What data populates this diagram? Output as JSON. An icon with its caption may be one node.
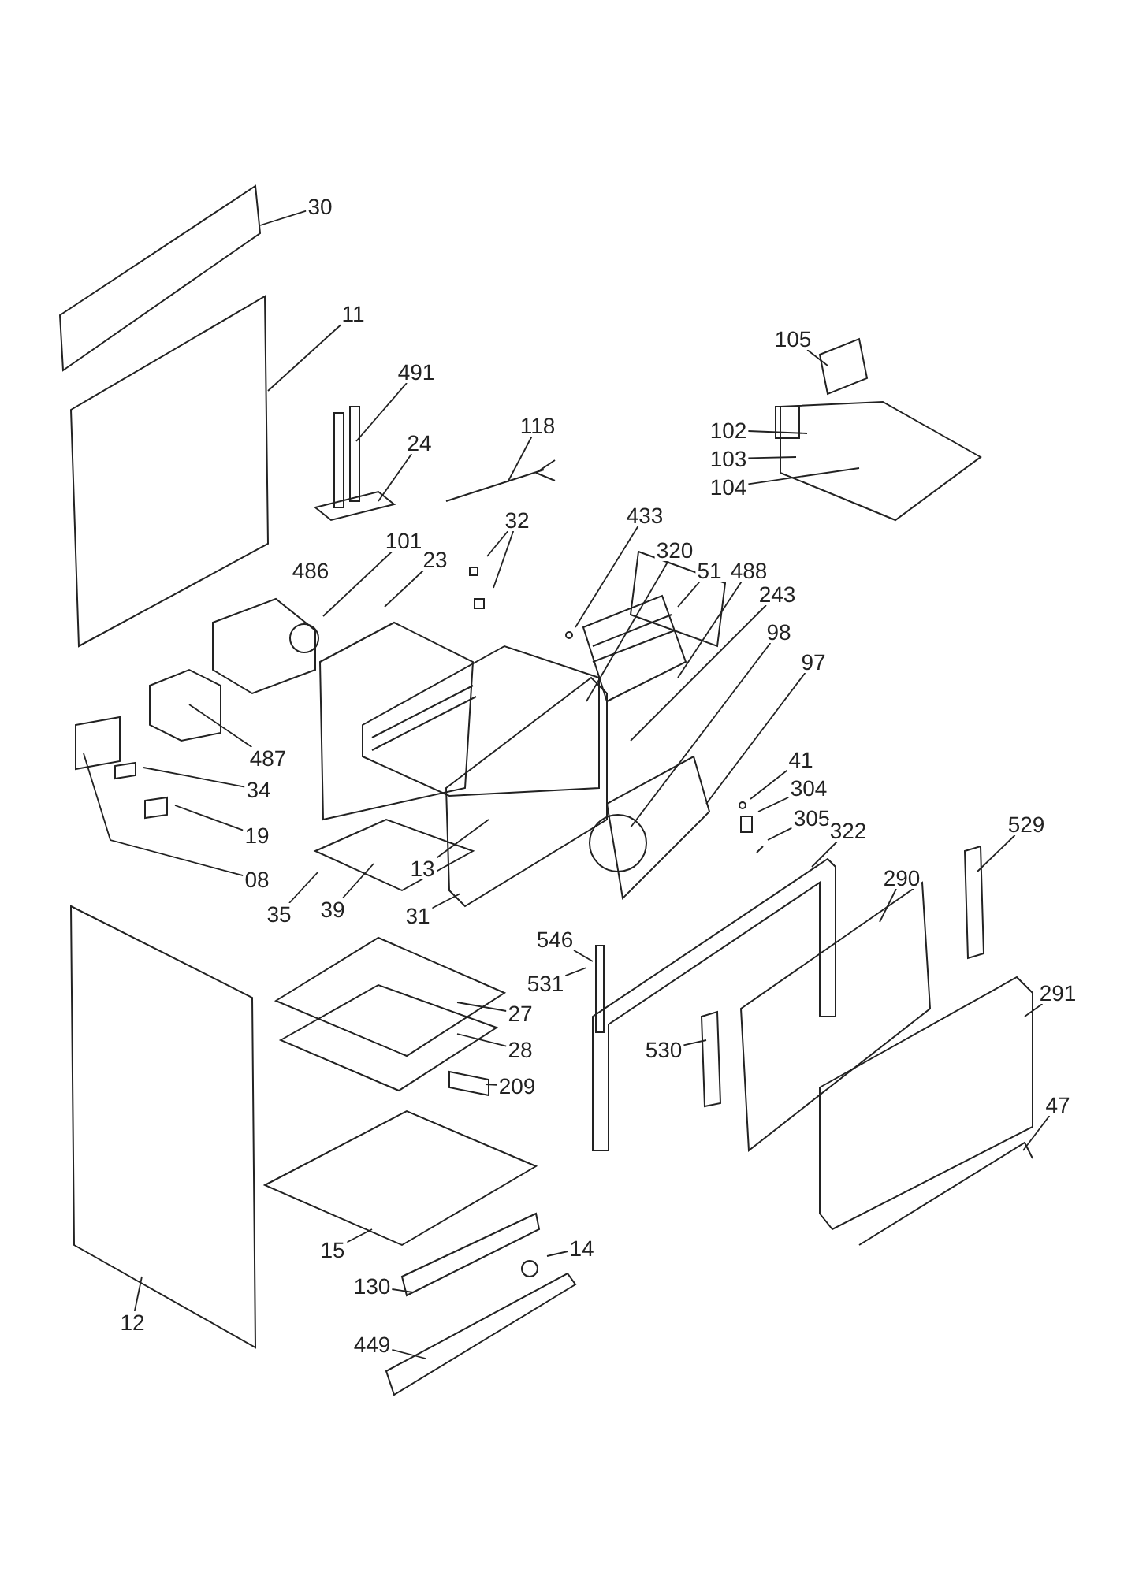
{
  "diagram": {
    "nodes": [
      {
        "text": [
          "30"
        ]
      },
      {
        "text": [
          "11"
        ]
      },
      {
        "text": [
          "491"
        ]
      },
      {
        "text": [
          "24"
        ]
      },
      {
        "text": [
          "118"
        ]
      },
      {
        "text": [
          "32"
        ]
      },
      {
        "text": [
          "101"
        ]
      },
      {
        "text": [
          "23"
        ]
      },
      {
        "text": [
          "433"
        ]
      },
      {
        "text": [
          "320"
        ]
      },
      {
        "text": [
          "51"
        ]
      },
      {
        "text": [
          "488"
        ]
      },
      {
        "text": [
          "243"
        ]
      },
      {
        "text": [
          "98"
        ]
      },
      {
        "text": [
          "97"
        ]
      },
      {
        "text": [
          "105"
        ]
      },
      {
        "text": [
          "102"
        ]
      },
      {
        "text": [
          "103"
        ]
      },
      {
        "text": [
          "104"
        ]
      },
      {
        "text": [
          "487"
        ]
      },
      {
        "text": [
          "34"
        ]
      },
      {
        "text": [
          "19"
        ]
      },
      {
        "text": [
          "08"
        ]
      },
      {
        "text": [
          "13"
        ]
      },
      {
        "text": [
          "35"
        ]
      },
      {
        "text": [
          "39"
        ]
      },
      {
        "text": [
          "31"
        ]
      },
      {
        "text": [
          "41"
        ]
      },
      {
        "text": [
          "304"
        ]
      },
      {
        "text": [
          "305"
        ]
      },
      {
        "text": [
          "322"
        ]
      },
      {
        "text": [
          "529"
        ]
      },
      {
        "text": [
          "290"
        ]
      },
      {
        "text": [
          "546"
        ]
      },
      {
        "text": [
          "531"
        ]
      },
      {
        "text": [
          "530"
        ]
      },
      {
        "text": [
          "291"
        ]
      },
      {
        "text": [
          "47"
        ]
      },
      {
        "text": [
          "27"
        ]
      },
      {
        "text": [
          "28"
        ]
      },
      {
        "text": [
          "209"
        ]
      },
      {
        "text": [
          "12"
        ]
      },
      {
        "text": [
          "15"
        ]
      },
      {
        "text": [
          "130"
        ]
      },
      {
        "text": [
          "14"
        ]
      },
      {
        "text": [
          "449"
        ]
      },
      {
        "text": [
          "486"
        ]
      }
    ],
    "edges": [
      {
        "from": 0,
        "to": null,
        "arrow": "none"
      },
      {
        "from": 1,
        "to": null,
        "arrow": "none"
      },
      {
        "from": 2,
        "to": null,
        "arrow": "none"
      },
      {
        "from": 3,
        "to": null,
        "arrow": "none"
      },
      {
        "from": 4,
        "to": null,
        "arrow": "none"
      },
      {
        "from": 5,
        "to": null,
        "arrow": "none"
      },
      {
        "from": 5,
        "to": null,
        "arrow": "none"
      },
      {
        "from": 6,
        "to": null,
        "arrow": "none"
      },
      {
        "from": 7,
        "to": null,
        "arrow": "none"
      },
      {
        "from": 8,
        "to": null,
        "arrow": "none"
      },
      {
        "from": 9,
        "to": null,
        "arrow": "none"
      },
      {
        "from": 10,
        "to": null,
        "arrow": "none"
      },
      {
        "from": 11,
        "to": null,
        "arrow": "none"
      },
      {
        "from": 12,
        "to": null,
        "arrow": "none"
      },
      {
        "from": 13,
        "to": null,
        "arrow": "none"
      },
      {
        "from": 14,
        "to": null,
        "arrow": "none"
      },
      {
        "from": 15,
        "to": null,
        "arrow": "none"
      },
      {
        "from": 16,
        "to": null,
        "arrow": "none"
      },
      {
        "from": 17,
        "to": null,
        "arrow": "none"
      },
      {
        "from": 18,
        "to": null,
        "arrow": "none"
      },
      {
        "from": 19,
        "to": null,
        "arrow": "none"
      },
      {
        "from": 20,
        "to": null,
        "arrow": "none"
      },
      {
        "from": 21,
        "to": null,
        "arrow": "none"
      },
      {
        "from": 22,
        "to": null,
        "arrow": "none"
      },
      {
        "from": 23,
        "to": null,
        "arrow": "none"
      },
      {
        "from": 24,
        "to": null,
        "arrow": "none"
      },
      {
        "from": 25,
        "to": null,
        "arrow": "none"
      },
      {
        "from": 26,
        "to": null,
        "arrow": "none"
      },
      {
        "from": 27,
        "to": null,
        "arrow": "none"
      },
      {
        "from": 28,
        "to": null,
        "arrow": "none"
      },
      {
        "from": 29,
        "to": null,
        "arrow": "none"
      },
      {
        "from": 30,
        "to": null,
        "arrow": "none"
      },
      {
        "from": 31,
        "to": null,
        "arrow": "none"
      },
      {
        "from": 32,
        "to": null,
        "arrow": "none"
      },
      {
        "from": 33,
        "to": null,
        "arrow": "none"
      },
      {
        "from": 34,
        "to": null,
        "arrow": "none"
      },
      {
        "from": 35,
        "to": null,
        "arrow": "none"
      },
      {
        "from": 36,
        "to": null,
        "arrow": "none"
      },
      {
        "from": 37,
        "to": null,
        "arrow": "none"
      },
      {
        "from": 38,
        "to": null,
        "arrow": "none"
      },
      {
        "from": 39,
        "to": null,
        "arrow": "none"
      },
      {
        "from": 40,
        "to": null,
        "arrow": "none"
      },
      {
        "from": 41,
        "to": null,
        "arrow": "none"
      },
      {
        "from": 42,
        "to": null,
        "arrow": "none"
      },
      {
        "from": 43,
        "to": null,
        "arrow": "none"
      },
      {
        "from": 44,
        "to": null,
        "arrow": "none"
      },
      {
        "from": 45,
        "to": null,
        "arrow": "none"
      }
    ]
  }
}
